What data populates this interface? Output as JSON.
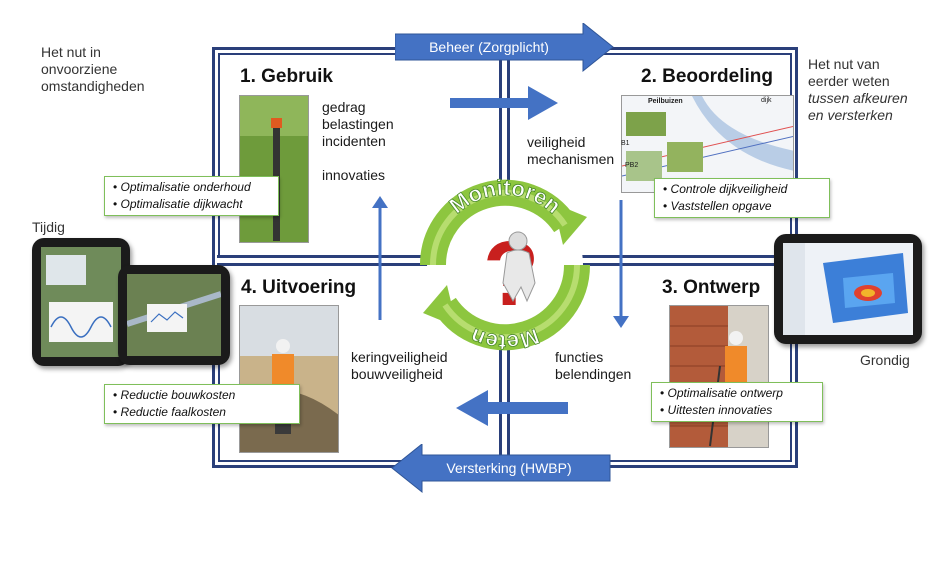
{
  "top_arrow_label": "Beheer (Zorgplicht)",
  "bottom_arrow_label": "Versterking (HWBP)",
  "center": {
    "top_word": "Monitoren",
    "bottom_word": "Meten"
  },
  "left_top_text": [
    "Het nut in",
    "onvoorziene",
    "omstandigheden"
  ],
  "right_top_text": [
    "Het nut van",
    "eerder weten"
  ],
  "right_top_italic": [
    "tussen afkeuren",
    "en versterken"
  ],
  "left_side_label": "Tijdig",
  "right_side_label": "Grondig",
  "quadrants": {
    "q1": {
      "title": "1. Gebruik",
      "notes": [
        "gedrag",
        "belastingen",
        "incidenten"
      ],
      "note_extra": "innovaties",
      "benefits": [
        "Optimalisatie onderhoud",
        "Optimalisatie dijkwacht"
      ]
    },
    "q2": {
      "title": "2. Beoordeling",
      "notes": [
        "veiligheid",
        "mechanismen"
      ],
      "benefits": [
        "Controle dijkveiligheid",
        "Vaststellen opgave"
      ],
      "map_labels": [
        "Peilbuizen",
        "dijk",
        "B1",
        "PB2"
      ]
    },
    "q3": {
      "title": "3. Ontwerp",
      "notes": [
        "functies",
        "belendingen"
      ],
      "benefits": [
        "Optimalisatie ontwerp",
        "Uittesten innovaties"
      ]
    },
    "q4": {
      "title": "4. Uitvoering",
      "notes": [
        "keringveiligheid",
        "bouwveiligheid"
      ],
      "benefits": [
        "Reductie bouwkosten",
        "Reductie faalkosten"
      ]
    }
  },
  "colors": {
    "frame": "#2a3f7a",
    "arrow_blue": "#4472c4",
    "cycle_green": "#8dc63f",
    "benefit_border": "#7fbf5a",
    "question_red": "#c8201e"
  }
}
